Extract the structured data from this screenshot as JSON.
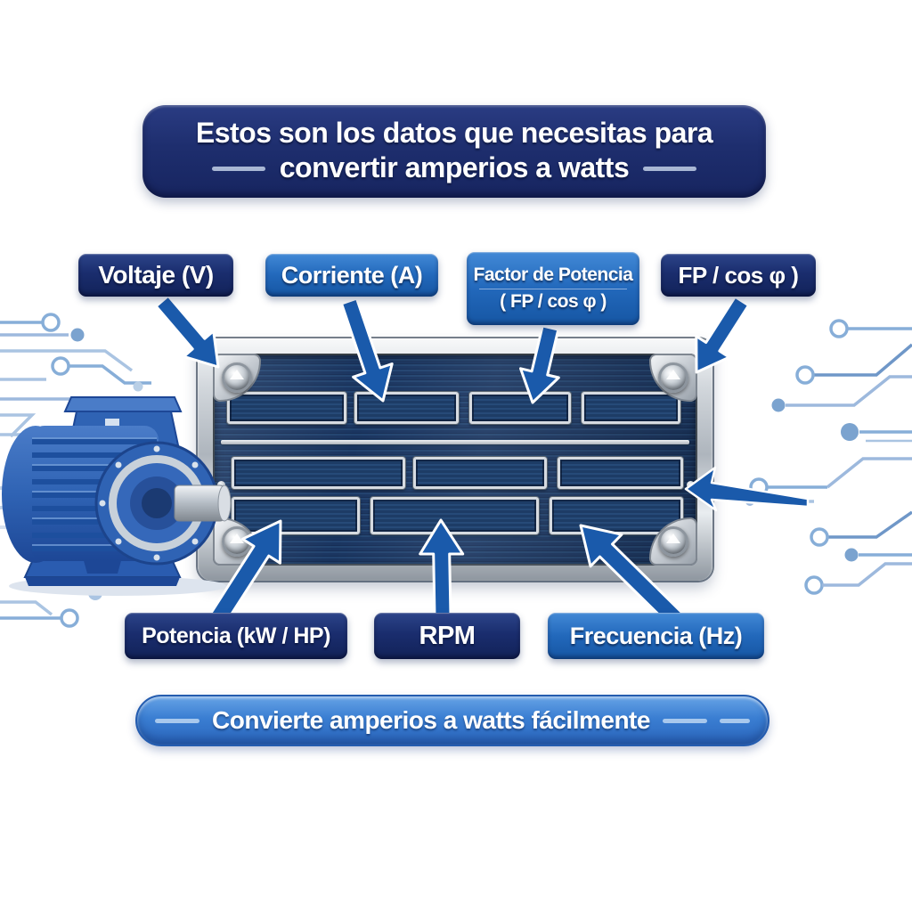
{
  "header": {
    "line1": "Estos son los datos que necesitas para",
    "line2": "convertir amperios a watts"
  },
  "callouts": {
    "voltaje": {
      "label": "Voltaje (V)"
    },
    "corriente": {
      "label": "Corriente (A)"
    },
    "factor": {
      "line1": "Factor de Potencia",
      "line2": "( FP / cos φ )"
    },
    "fp": {
      "label": "FP / cos φ )"
    },
    "potencia": {
      "label": "Potencia (kW / HP)"
    },
    "rpm": {
      "label": "RPM"
    },
    "frecuencia": {
      "label": "Frecuencia (Hz)"
    }
  },
  "footer": {
    "text": "Convierte amperios a watts fácilmente"
  },
  "nameplate": {
    "row_field_counts": [
      4,
      3,
      3
    ],
    "fields_are_blank": true
  },
  "icons": {
    "screw": "screw-icon",
    "arrow": "arrow-pointer-icon",
    "circuit": "circuit-trace-decoration"
  },
  "colors": {
    "banner_navy": "#1e2e6e",
    "label_navy": "#1a2d6e",
    "label_blue": "#2268bb",
    "arrow_blue": "#1a5aab",
    "plate_navy": "#1a3560",
    "plate_silver": "#c7ccd2",
    "pill_blue": "#3a7ed2",
    "trace_blue": "#87aed8",
    "motor_blue": "#2f63b4"
  }
}
